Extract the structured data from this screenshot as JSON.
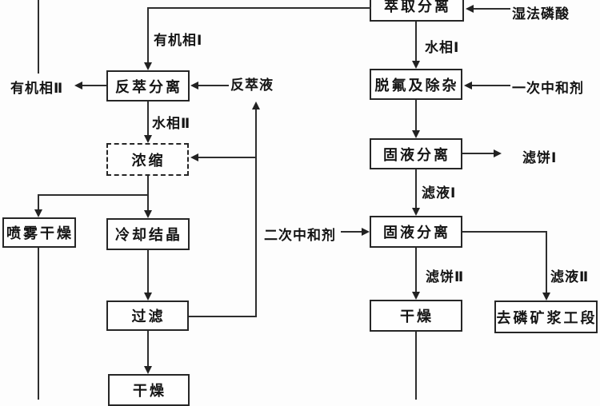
{
  "diagram": {
    "nodes": {
      "extraction": {
        "label": "萃取分离"
      },
      "defluorination": {
        "label": "脱氟及除杂"
      },
      "solid_liquid_1": {
        "label": "固液分离"
      },
      "solid_liquid_2": {
        "label": "固液分离"
      },
      "drying_right": {
        "label": "干燥"
      },
      "slurry_section": {
        "label": "去磷矿浆工段"
      },
      "stripping": {
        "label": "反萃分离"
      },
      "concentration": {
        "label": "浓缩"
      },
      "cooling_crystal": {
        "label": "冷却结晶"
      },
      "filtration": {
        "label": "过滤"
      },
      "drying_left": {
        "label": "干燥"
      },
      "spray_drying": {
        "label": "喷雾干燥"
      }
    },
    "streams": {
      "wet_acid": "湿法磷酸",
      "aqueous_phase_1": "水相Ⅰ",
      "primary_neutralizer": "一次中和剂",
      "filter_cake_1": "滤饼Ⅰ",
      "filtrate_1": "滤液Ⅰ",
      "secondary_neutralizer": "二次中和剂",
      "filter_cake_2": "滤饼Ⅱ",
      "filtrate_2": "滤液Ⅱ",
      "organic_phase_1": "有机相Ⅰ",
      "organic_phase_2": "有机相Ⅱ",
      "stripping_liquid": "反萃液",
      "aqueous_phase_2": "水相Ⅱ"
    },
    "colors": {
      "line": "#2e2e2e",
      "box_border": "#262626",
      "background": "#fdfdfd"
    }
  }
}
